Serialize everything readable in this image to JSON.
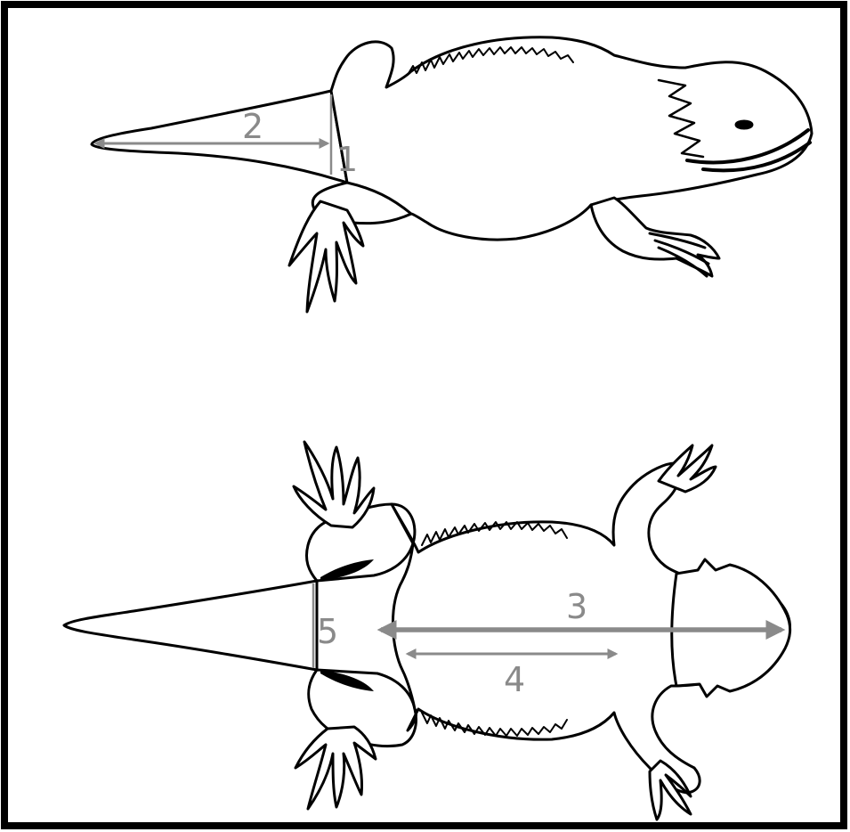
{
  "colors": {
    "frame": "#000000",
    "outline": "#000000",
    "fill": "#ffffff",
    "measure": "#8a8a8a"
  },
  "figure": {
    "views": [
      {
        "name": "lateral",
        "labels": {
          "m1": "1",
          "m2": "2"
        }
      },
      {
        "name": "dorsal",
        "labels": {
          "m3": "3",
          "m4": "4",
          "m5": "5"
        }
      }
    ]
  }
}
